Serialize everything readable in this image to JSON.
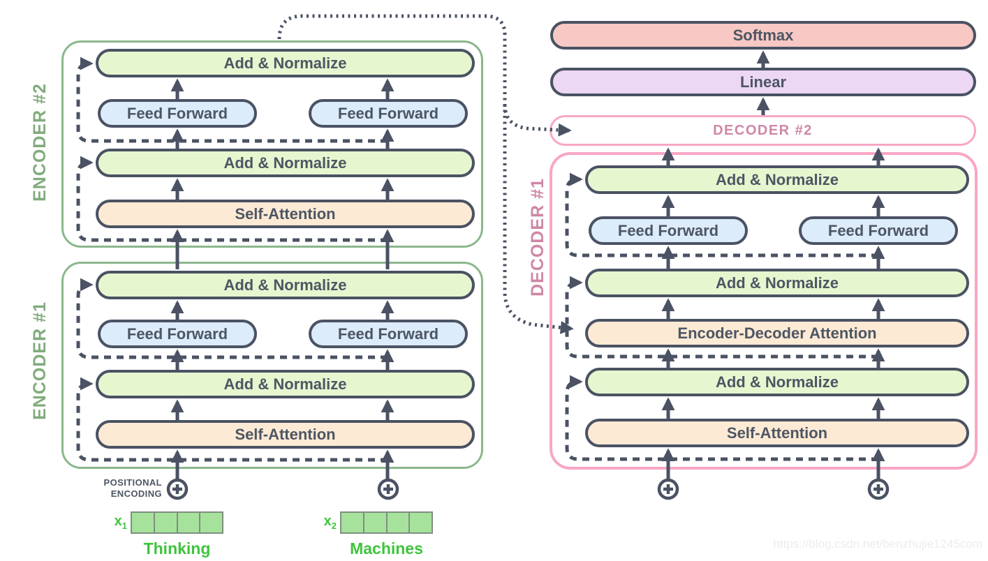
{
  "watermark": "https://blog.csdn.net/benzhujie1245com",
  "colors": {
    "outline_dark": "#4a5263",
    "encoder_border_green": "#8bb78c",
    "decoder_border_pink": "#f9a6c6",
    "block_green": "#e6f7d0",
    "block_blue": "#dcecfa",
    "block_orange": "#fdead5",
    "softmax_fill": "#f8c8c4",
    "linear_fill": "#ecd7f5",
    "encoder_label_green": "#82ab7d",
    "decoder_label_pink": "#cf87a7",
    "token_text_green": "#3ec43c",
    "vector_cell_green": "#a6e29c"
  },
  "encoder2": {
    "label": "ENCODER #2",
    "add_norm_top": "Add & Normalize",
    "feed_forward_left": "Feed Forward",
    "feed_forward_right": "Feed Forward",
    "add_norm_mid": "Add & Normalize",
    "self_attention": "Self-Attention"
  },
  "encoder1": {
    "label": "ENCODER #1",
    "add_norm_top": "Add & Normalize",
    "feed_forward_left": "Feed Forward",
    "feed_forward_right": "Feed Forward",
    "add_norm_mid": "Add & Normalize",
    "self_attention": "Self-Attention"
  },
  "output_stack": {
    "softmax": "Softmax",
    "linear": "Linear"
  },
  "decoder2": {
    "label": "DECODER #2"
  },
  "decoder1": {
    "label": "DECODER #1",
    "add_norm_top": "Add & Normalize",
    "feed_forward_left": "Feed Forward",
    "feed_forward_right": "Feed Forward",
    "add_norm_mid": "Add & Normalize",
    "enc_dec_attention": "Encoder-Decoder Attention",
    "add_norm_bottom": "Add & Normalize",
    "self_attention": "Self-Attention"
  },
  "positional_encoding": {
    "line1": "POSITIONAL",
    "line2": "ENCODING"
  },
  "tokens": [
    {
      "symbol": "x",
      "subscript": "1",
      "word": "Thinking"
    },
    {
      "symbol": "x",
      "subscript": "2",
      "word": "Machines"
    }
  ]
}
